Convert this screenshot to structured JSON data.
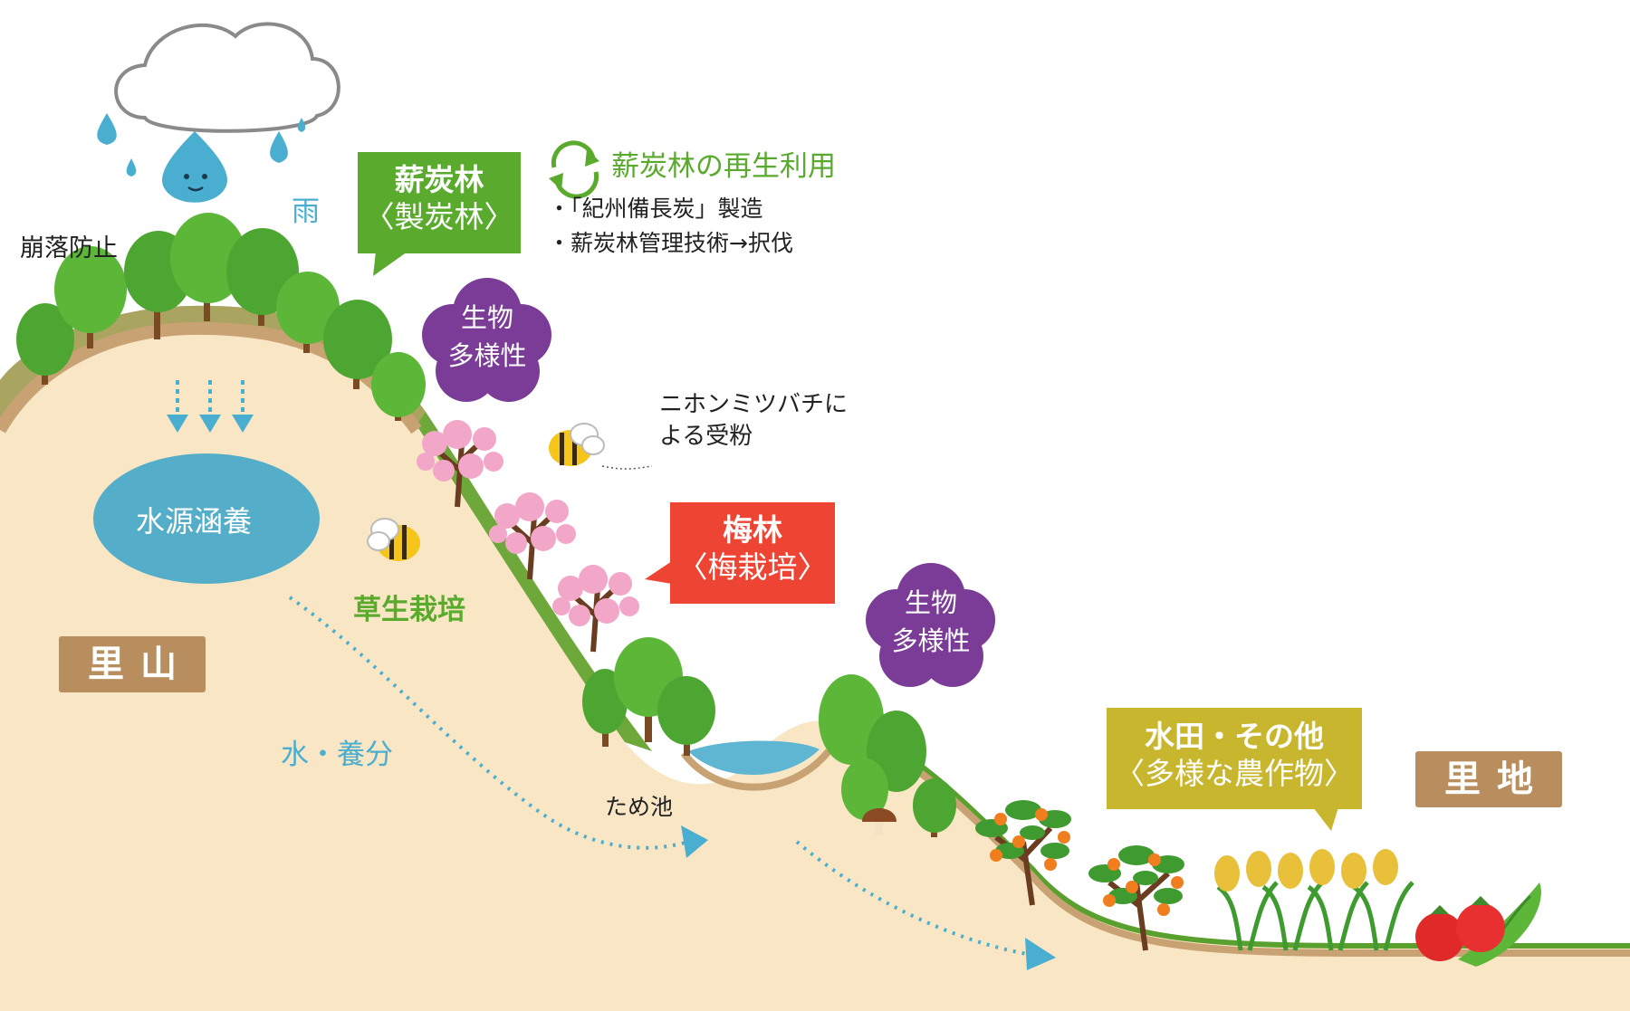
{
  "labels": {
    "rain": "雨",
    "collapse_prevention": "崩落防止",
    "water_source": "水源涵養",
    "grass_cultivation": "草生栽培",
    "water_nutrients": "水・養分",
    "pond": "ため池",
    "bee_pollination": "ニホンミツバチに\nよる受粉"
  },
  "boxes": {
    "charcoal_forest": {
      "title": "薪炭林",
      "sub": "〈製炭林〉"
    },
    "plum_forest": {
      "title": "梅林",
      "sub": "〈梅栽培〉"
    },
    "paddy": {
      "title": "水田・その他",
      "sub": "〈多様な農作物〉"
    }
  },
  "tags": {
    "satoyama": "里山",
    "sato_land": "里地"
  },
  "biodiversity": {
    "line1": "生物",
    "line2": "多様性"
  },
  "recycle": {
    "title": "薪炭林の再生利用",
    "items": [
      "・「紀州備長炭」製造",
      "・薪炭林管理技術→択伐"
    ]
  },
  "colors": {
    "charcoal_box": "#5aaa2e",
    "plum_box": "#ee4433",
    "paddy_box": "#c8b62e",
    "tag": "#b98e5e",
    "biodiversity": "#7a3c96",
    "water": "#4aaed0",
    "soil": "#f8e6c4"
  },
  "icons": [
    "cloud-icon",
    "raindrop-icon",
    "tree-icon",
    "plum-blossom-icon",
    "bee-icon",
    "recycle-icon",
    "persimmon-tree-icon",
    "rice-plant-icon",
    "tomato-icon",
    "edamame-icon",
    "mushroom-icon"
  ]
}
